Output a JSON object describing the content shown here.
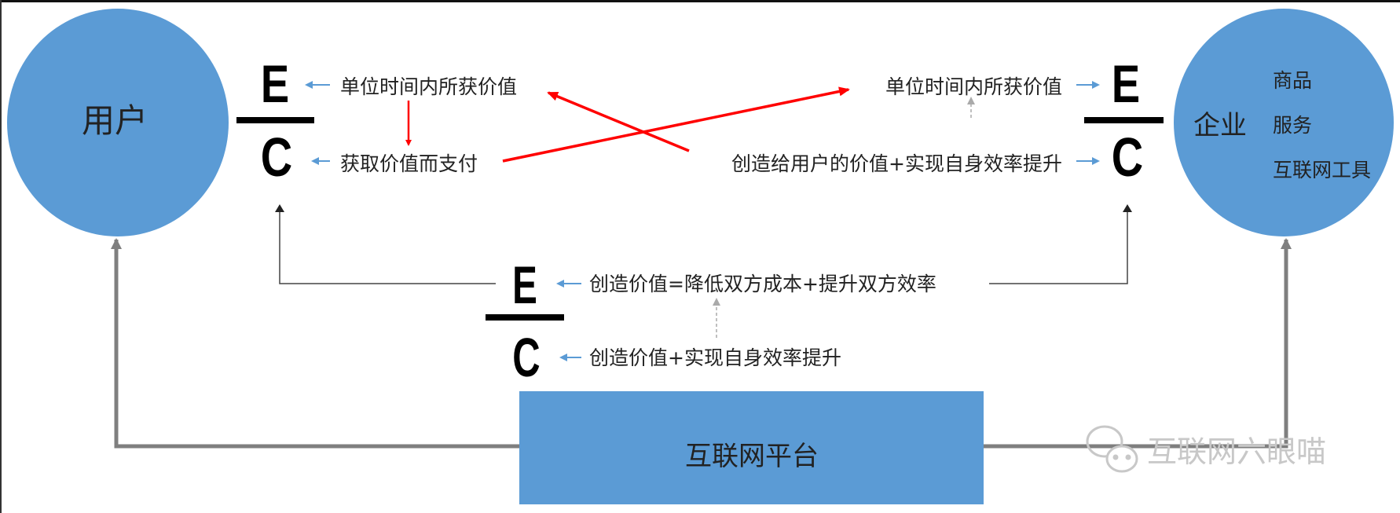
{
  "colors": {
    "node_blue": "#5b9bd5",
    "red_arrow": "#ff0000",
    "gray_arrow": "#7f7f7f",
    "blue_arrow": "#5b9bd5"
  },
  "user_node": {
    "label": "用户"
  },
  "enterprise_node": {
    "label": "企业",
    "items": [
      "商品",
      "服务",
      "互联网工具"
    ]
  },
  "platform_node": {
    "label": "互联网平台"
  },
  "fraction": {
    "numerator": "E",
    "denominator": "C"
  },
  "user_side": {
    "e_text": "单位时间内所获价值",
    "c_text": "获取价值而支付"
  },
  "enterprise_side": {
    "e_text": "单位时间内所获价值",
    "c_text": "创造给用户的价值+实现自身效率提升"
  },
  "platform_side": {
    "e_text": "创造价值=降低双方成本+提升双方效率",
    "c_text": "创造价值+实现自身效率提升"
  },
  "watermark": {
    "text": "互联网六眼喵",
    "icon": "wechat-icon"
  }
}
